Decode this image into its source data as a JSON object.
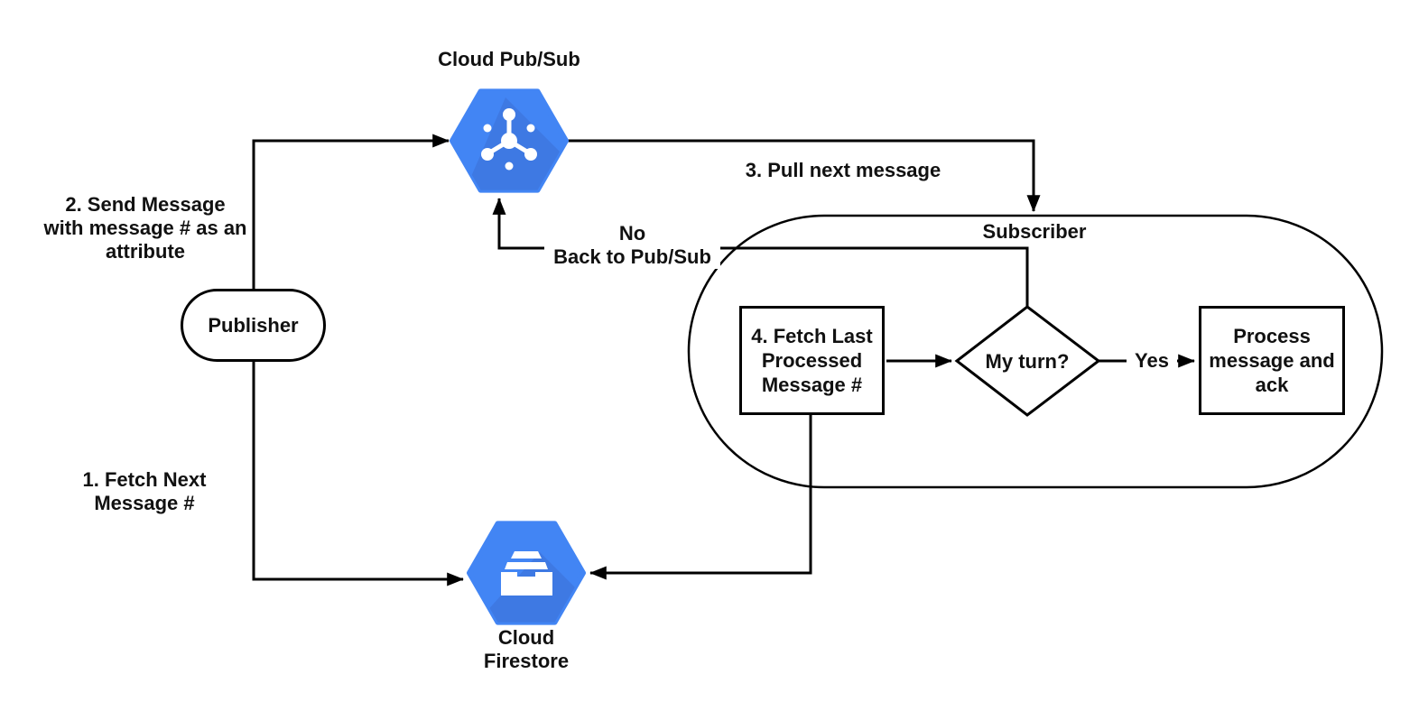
{
  "diagram": {
    "nodes": {
      "cloud_pubsub": {
        "label": "Cloud Pub/Sub",
        "icon": "pubsub-hexagon-icon"
      },
      "publisher": {
        "label": "Publisher"
      },
      "subscriber": {
        "label": "Subscriber"
      },
      "fetch_last_processed": {
        "label": "4. Fetch Last\nProcessed\nMessage #"
      },
      "my_turn": {
        "label": "My turn?"
      },
      "process_ack": {
        "label": "Process\nmessage and\nack"
      },
      "cloud_firestore": {
        "label": "Cloud\nFirestore",
        "icon": "firestore-hexagon-icon"
      }
    },
    "edge_labels": {
      "send_message": "2. Send Message\nwith message # as an\nattribute",
      "fetch_next": "1. Fetch Next\nMessage #",
      "pull_next": "3. Pull next message",
      "no_branch": "No\nBack to Pub/Sub",
      "yes_branch": "Yes"
    },
    "colors": {
      "icon_blue": "#4285F4",
      "icon_shadow": "#3D6FD6",
      "glyph_white": "#FFFFFF",
      "line": "#000000",
      "text": "#111111"
    }
  }
}
